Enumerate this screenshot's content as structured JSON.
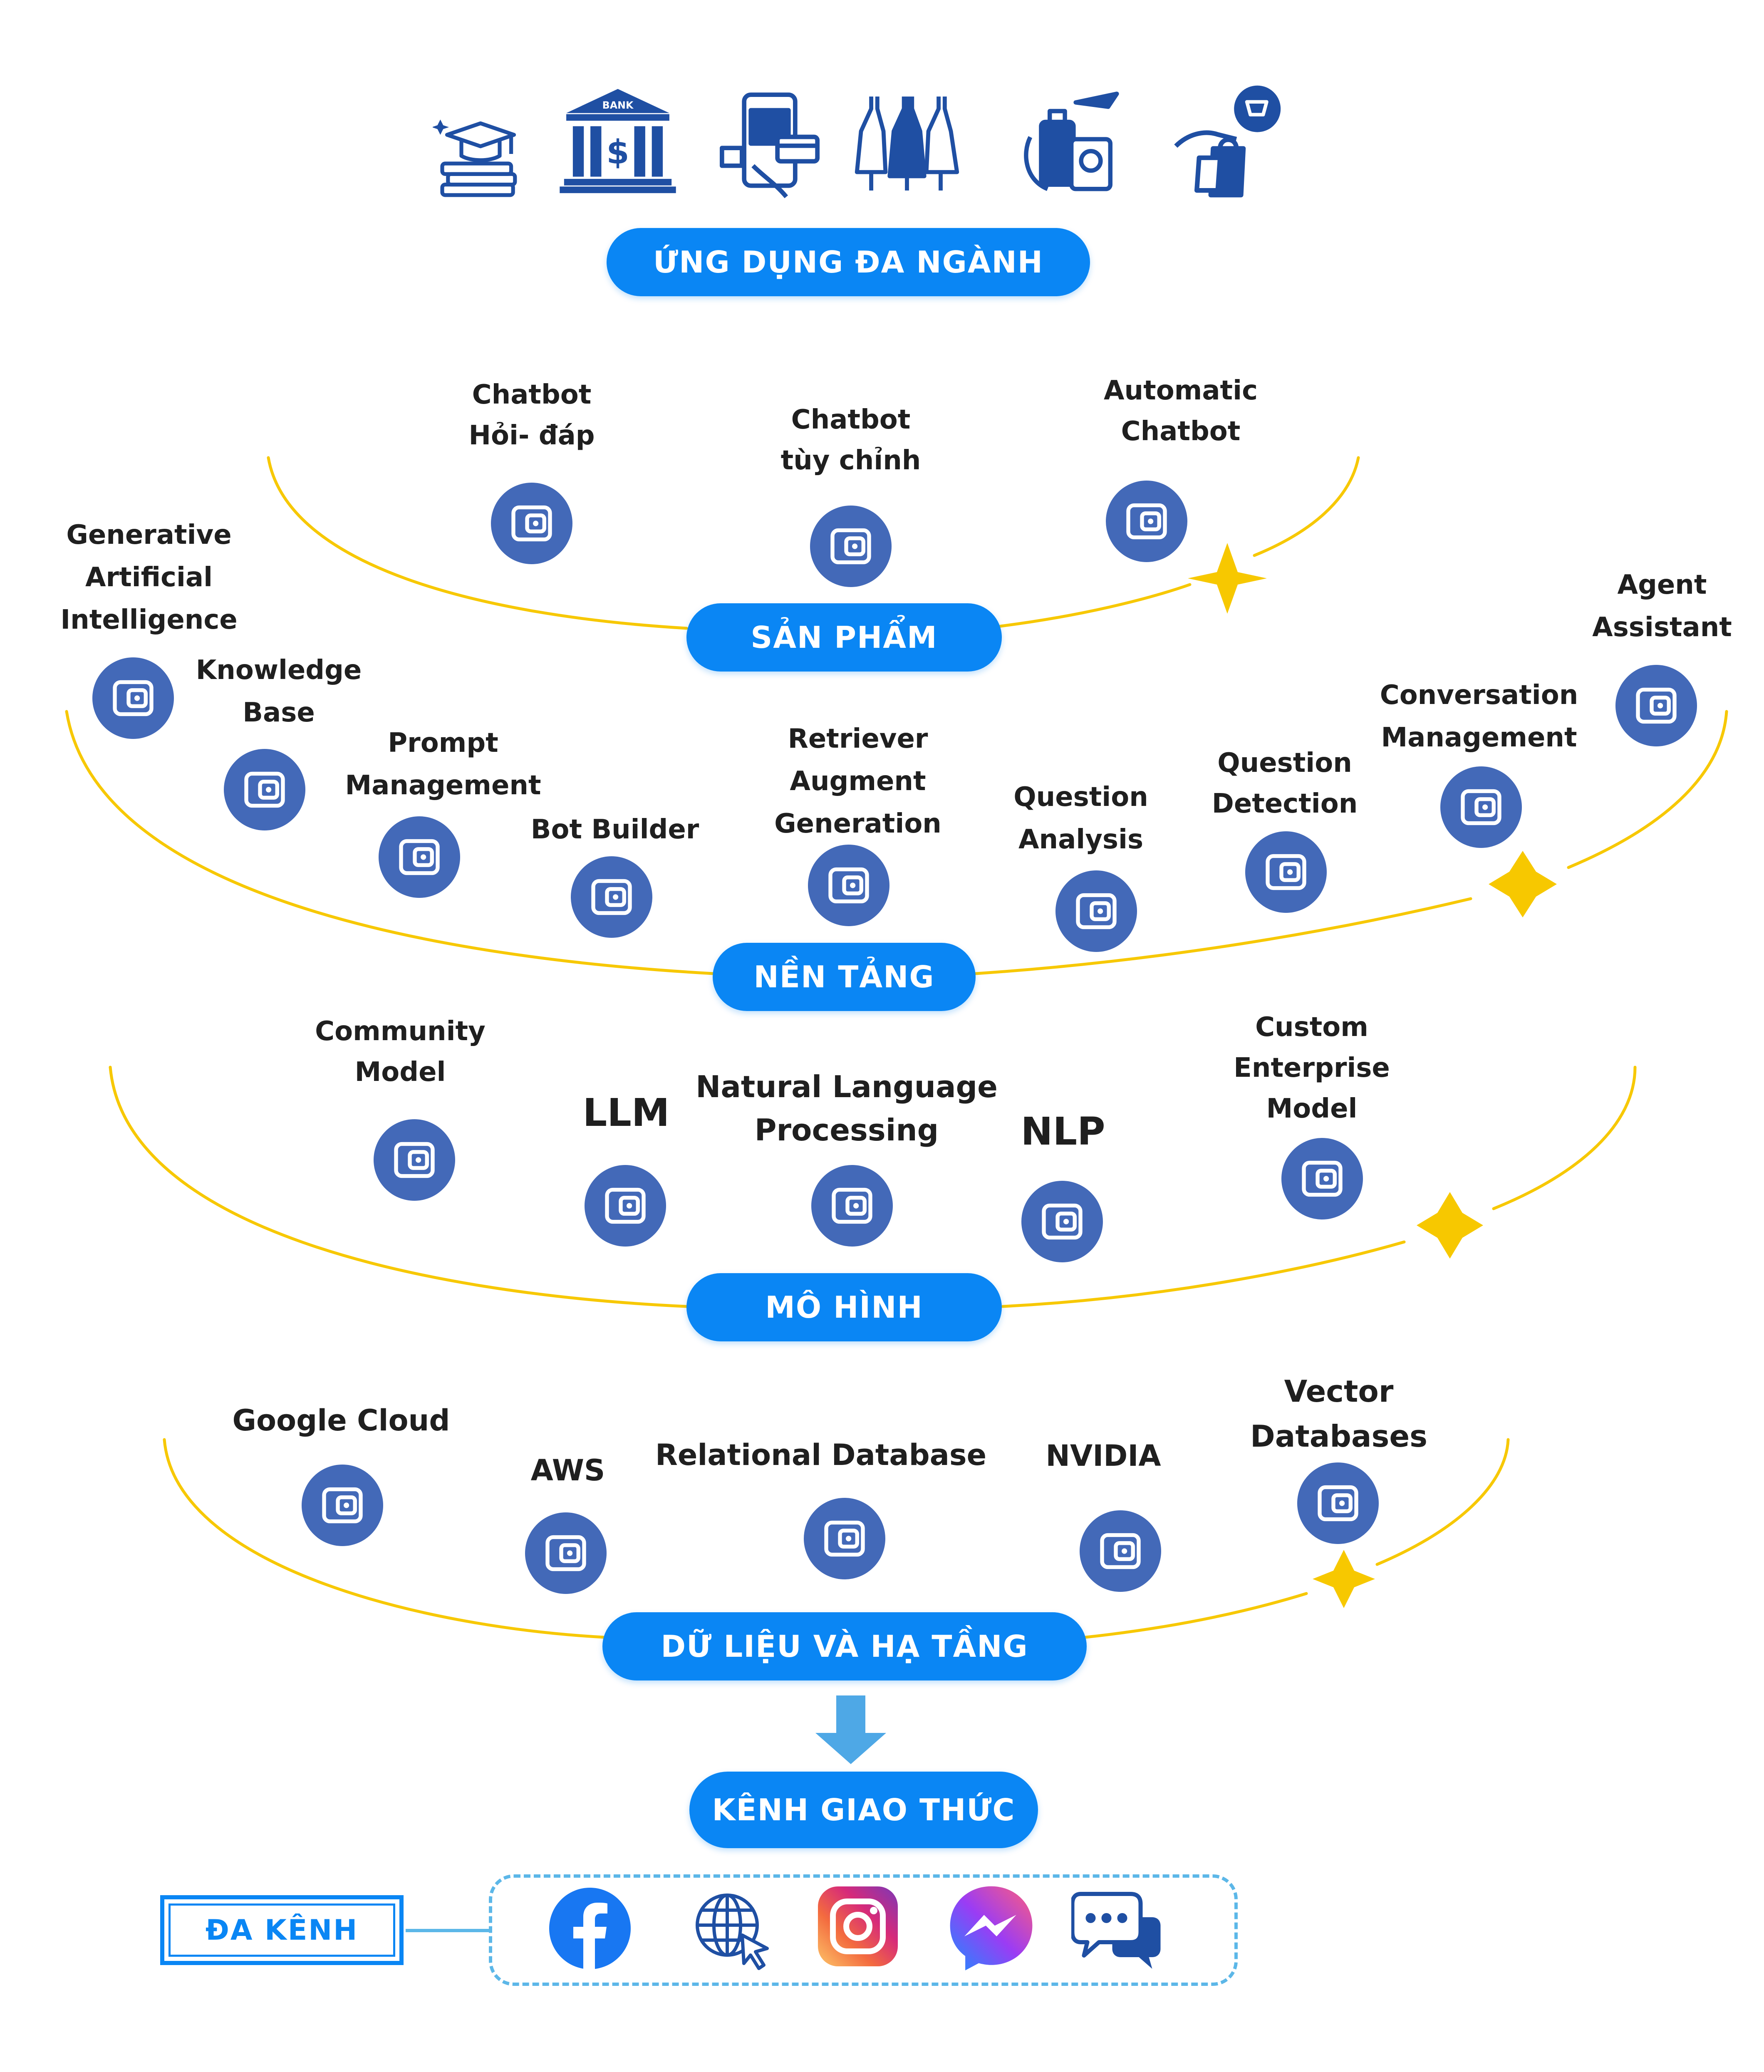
{
  "header": {
    "industry_icons": [
      "education-icon",
      "bank-icon",
      "mobile-payment-icon",
      "fashion-icon",
      "travel-icon",
      "shopping-icon"
    ],
    "bank_sign": "BANK",
    "title": "ỨNG DỤNG ĐA NGÀNH"
  },
  "layers": {
    "san_pham": {
      "title": "SẢN PHẨM",
      "items": [
        {
          "lines": [
            "Chatbot",
            "Hỏi- đáp"
          ]
        },
        {
          "lines": [
            "Chatbot",
            "tùy chỉnh"
          ]
        },
        {
          "lines": [
            "Automatic",
            "Chatbot"
          ]
        }
      ]
    },
    "nen_tang": {
      "title": "NỀN TẢNG",
      "items": [
        {
          "lines": [
            "Generative",
            "Artificial",
            "Intelligence"
          ]
        },
        {
          "lines": [
            "Knowledge",
            "Base"
          ]
        },
        {
          "lines": [
            "Prompt",
            "Management"
          ]
        },
        {
          "lines": [
            "Bot Builder"
          ]
        },
        {
          "lines": [
            "Retriever",
            "Augment",
            "Generation"
          ]
        },
        {
          "lines": [
            "Question",
            "Analysis"
          ]
        },
        {
          "lines": [
            "Question",
            "Detection"
          ]
        },
        {
          "lines": [
            "Conversation",
            "Management"
          ]
        },
        {
          "lines": [
            "Agent",
            "Assistant"
          ]
        }
      ]
    },
    "mo_hinh": {
      "title": "MÔ HÌNH",
      "items": [
        {
          "lines": [
            "Community",
            "Model"
          ]
        },
        {
          "lines": [
            "LLM"
          ]
        },
        {
          "lines": [
            "Natural Language",
            "Processing"
          ]
        },
        {
          "lines": [
            "NLP"
          ]
        },
        {
          "lines": [
            "Custom",
            "Enterprise",
            "Model"
          ]
        }
      ]
    },
    "du_lieu": {
      "title": "DỮ LIỆU VÀ HẠ TẦNG",
      "items": [
        {
          "lines": [
            "Google Cloud"
          ]
        },
        {
          "lines": [
            "AWS"
          ]
        },
        {
          "lines": [
            "Relational Database"
          ]
        },
        {
          "lines": [
            "NVIDIA"
          ]
        },
        {
          "lines": [
            "Vector",
            "Databases"
          ]
        }
      ]
    }
  },
  "channel": {
    "title": "KÊNH GIAO THỨC",
    "multi_label": "ĐA KÊNH",
    "icons": [
      "facebook-icon",
      "web-icon",
      "instagram-icon",
      "messenger-icon",
      "chat-icon"
    ]
  },
  "colors": {
    "accent_blue": "#0a86f4",
    "node_blue": "#4369b8",
    "curve_yellow": "#f7c800",
    "icon_navy": "#1f4fa3"
  }
}
